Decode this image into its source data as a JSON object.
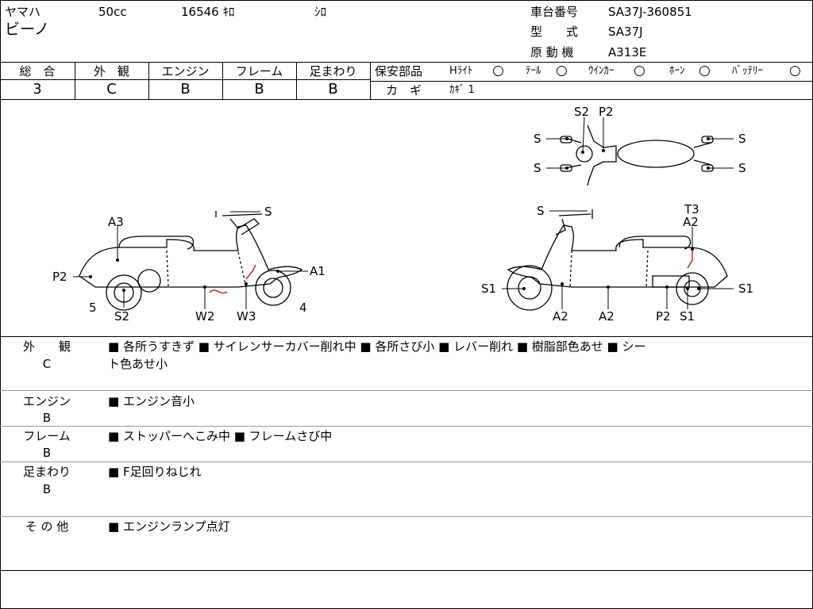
{
  "header": {
    "maker": "ヤマハ",
    "displacement": "50cc",
    "mileage": "16546 ｷﾛ",
    "color": "ｼﾛ",
    "model_name": "ビーノ",
    "frame_no_label": "車台番号",
    "frame_no": "SA37J-360851",
    "type_label": "型　　式",
    "type": "SA37J",
    "engine_label": "原 動 機",
    "engine": "A313E"
  },
  "grades": [
    {
      "label": "総　合",
      "value": "3"
    },
    {
      "label": "外　観",
      "value": "C"
    },
    {
      "label": "エンジン",
      "value": "B"
    },
    {
      "label": "フレーム",
      "value": "B"
    },
    {
      "label": "足まわり",
      "value": "B"
    }
  ],
  "safety": {
    "title": "保安部品",
    "items": [
      {
        "label": "Hﾗｲﾄ",
        "mark": "○"
      },
      {
        "label": "ﾃｰﾙ",
        "mark": "○"
      },
      {
        "label": "ｳｲﾝｶｰ",
        "mark": "○"
      },
      {
        "label": "ﾎｰﾝ",
        "mark": "○"
      },
      {
        "label": "ﾊﾞｯﾃﾘｰ",
        "mark": "○"
      }
    ],
    "key_label": "カ　ギ",
    "key_value": "ｶｷﾞ 1"
  },
  "diagram": {
    "top_view": [
      "S2",
      "P2",
      "S",
      "S",
      "S",
      "S"
    ],
    "left_view": [
      "S",
      "A3",
      "P2",
      "5",
      "S2",
      "W2",
      "W3",
      "A1",
      "4"
    ],
    "right_view": [
      "S",
      "T3",
      "A2",
      "S1",
      "A2",
      "A2",
      "P2",
      "S1",
      "S1"
    ]
  },
  "notes": [
    {
      "label": "外　　観",
      "grade": "C",
      "text": "■ 各所うすきず ■ サイレンサーカバー削れ中 ■ 各所さび小 ■ レバー削れ ■ 樹脂部色あせ ■ シー",
      "text2": "ト色あせ小"
    },
    {
      "label": "エンジン",
      "grade": "B",
      "text": "■ エンジン音小",
      "text2": ""
    },
    {
      "label": "フレーム",
      "grade": "B",
      "text": "■ ストッパーへこみ中 ■ フレームさび中",
      "text2": ""
    },
    {
      "label": "足まわり",
      "grade": "B",
      "text": "■ F足回りねじれ",
      "text2": ""
    },
    {
      "label": "そ の 他",
      "grade": "",
      "text": "■ エンジンランプ点灯",
      "text2": ""
    }
  ],
  "colors": {
    "border": "#000000",
    "damage_mark": "#cc2222",
    "divider": "#9a9a9a"
  }
}
